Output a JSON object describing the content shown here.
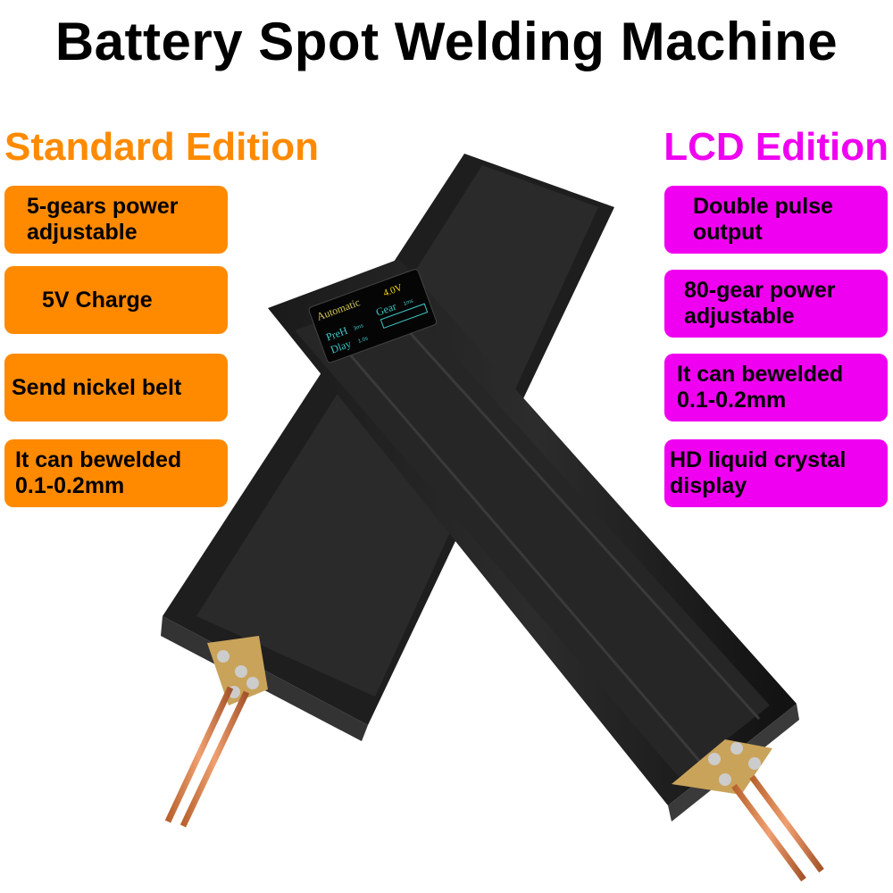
{
  "title": "Battery Spot Welding Machine",
  "standard": {
    "heading": "Standard Edition",
    "color": "#ff8a00",
    "features": [
      [
        "5-gears power",
        "adjustable"
      ],
      [
        "5V Charge"
      ],
      [
        "Send nickel belt"
      ],
      [
        "It can bewelded",
        "0.1-0.2mm"
      ]
    ]
  },
  "lcd": {
    "heading": "LCD Edition",
    "color": "#f000f0",
    "features": [
      [
        "Double pulse",
        "output"
      ],
      [
        "80-gear power",
        "adjustable"
      ],
      [
        "It can bewelded",
        "0.1-0.2mm"
      ],
      [
        "HD liquid crystal",
        "display"
      ]
    ]
  },
  "screen": {
    "mode": "Automatic",
    "voltage": "4.0V",
    "gear": "Gear",
    "gear_unit": "1ms",
    "pre": "PreH",
    "pre_unit": "3ms",
    "delay": "Dlay",
    "delay_unit": "1.0s"
  }
}
